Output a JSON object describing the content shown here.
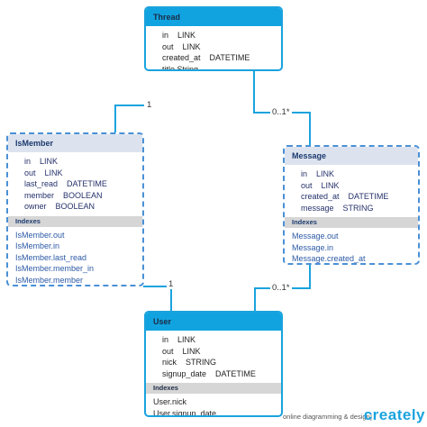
{
  "entities": {
    "thread": {
      "title": "Thread",
      "fields": [
        "in    LINK",
        "out    LINK",
        "created_at    DATETIME",
        "title String"
      ]
    },
    "ismember": {
      "title": "IsMember",
      "fields": [
        "in    LINK",
        "out    LINK",
        "last_read    DATETIME",
        "member    BOOLEAN",
        "owner    BOOLEAN"
      ],
      "indexes_label": "Indexes",
      "indexes": [
        "IsMember.out",
        "IsMember.in",
        "IsMember.last_read",
        "IsMember.member_in",
        "IsMember.member"
      ]
    },
    "message": {
      "title": "Message",
      "fields": [
        "in    LINK",
        "out    LINK",
        "created_at    DATETIME",
        "message    STRING"
      ],
      "indexes_label": "Indexes",
      "indexes": [
        "Message.out",
        "Message.in",
        "Message.created_at"
      ]
    },
    "user": {
      "title": "User",
      "fields": [
        "in    LINK",
        "out    LINK",
        "nick    STRING",
        "signup_date    DATETIME"
      ],
      "indexes_label": "Indexes",
      "indexes": [
        "User.nick",
        "User.signup_date"
      ]
    }
  },
  "cardinalities": {
    "thread_ismember": "1",
    "thread_message": "0..1*",
    "user_ismember": "1",
    "user_message": "0..1*"
  },
  "watermark": {
    "text": "online diagramming & design]",
    "logo": "creately"
  },
  "colors": {
    "header_blue": "#11a3e0",
    "border_blue": "#1aa3de",
    "dashed_blue": "#4a90d6",
    "index_gray": "#d6d6d6",
    "connector": "#1aa3de"
  }
}
